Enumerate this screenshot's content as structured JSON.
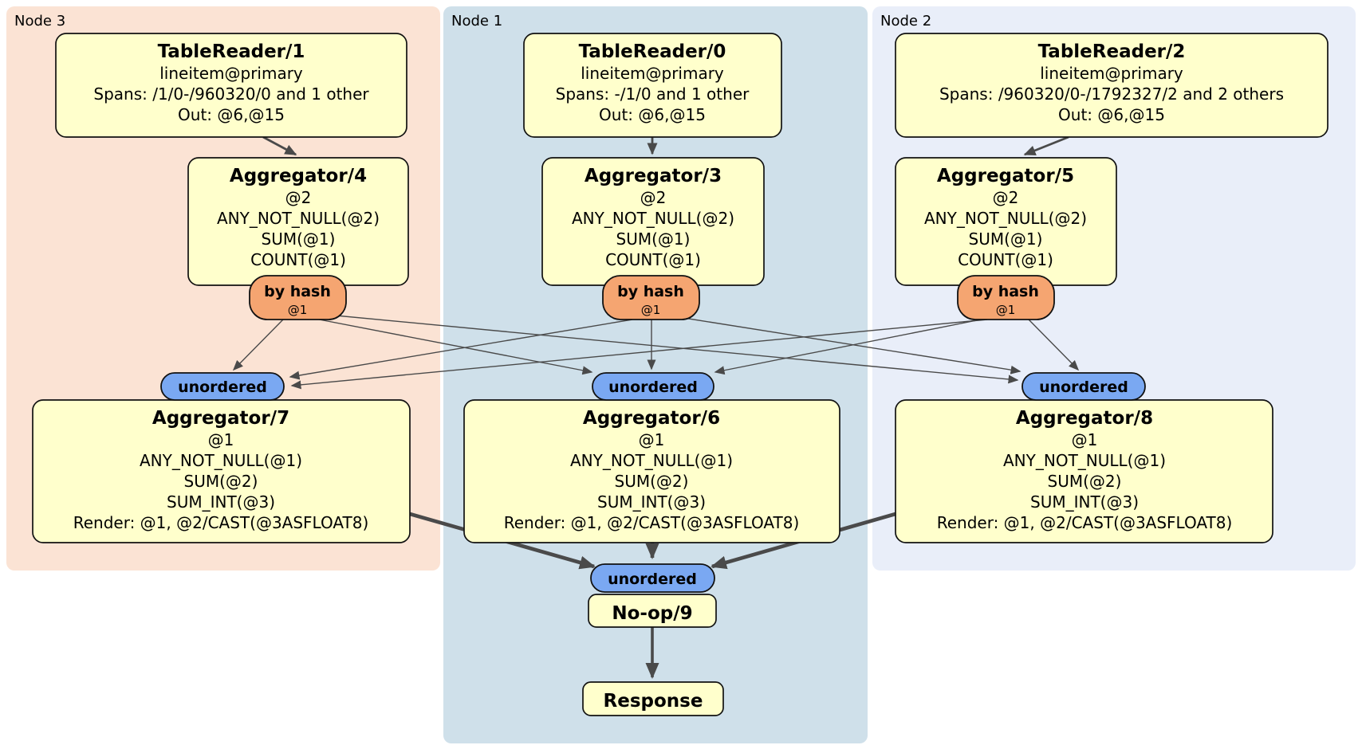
{
  "regions": {
    "node3": {
      "label": "Node 3"
    },
    "node1": {
      "label": "Node 1"
    },
    "node2": {
      "label": "Node 2"
    }
  },
  "router_labels": {
    "by_hash": "by hash",
    "by_hash_key": "@1",
    "unordered": "unordered"
  },
  "processors": {
    "tablereader1": {
      "title": "TableReader/1",
      "lines": [
        "lineitem@primary",
        "Spans: /1/0-/960320/0 and 1 other",
        "Out: @6,@15"
      ]
    },
    "aggregator4": {
      "title": "Aggregator/4",
      "lines": [
        "@2",
        "ANY_NOT_NULL(@2)",
        "SUM(@1)",
        "COUNT(@1)"
      ]
    },
    "aggregator7": {
      "title": "Aggregator/7",
      "lines": [
        "@1",
        "ANY_NOT_NULL(@1)",
        "SUM(@2)",
        "SUM_INT(@3)",
        "Render: @1, @2/CAST(@3ASFLOAT8)"
      ]
    },
    "tablereader0": {
      "title": "TableReader/0",
      "lines": [
        "lineitem@primary",
        "Spans: -/1/0 and 1 other",
        "Out: @6,@15"
      ]
    },
    "aggregator3": {
      "title": "Aggregator/3",
      "lines": [
        "@2",
        "ANY_NOT_NULL(@2)",
        "SUM(@1)",
        "COUNT(@1)"
      ]
    },
    "aggregator6": {
      "title": "Aggregator/6",
      "lines": [
        "@1",
        "ANY_NOT_NULL(@1)",
        "SUM(@2)",
        "SUM_INT(@3)",
        "Render: @1, @2/CAST(@3ASFLOAT8)"
      ]
    },
    "tablereader2": {
      "title": "TableReader/2",
      "lines": [
        "lineitem@primary",
        "Spans: /960320/0-/1792327/2 and 2 others",
        "Out: @6,@15"
      ]
    },
    "aggregator5": {
      "title": "Aggregator/5",
      "lines": [
        "@2",
        "ANY_NOT_NULL(@2)",
        "SUM(@1)",
        "COUNT(@1)"
      ]
    },
    "aggregator8": {
      "title": "Aggregator/8",
      "lines": [
        "@1",
        "ANY_NOT_NULL(@1)",
        "SUM(@2)",
        "SUM_INT(@3)",
        "Render: @1, @2/CAST(@3ASFLOAT8)"
      ]
    },
    "noop9": {
      "title": "No-op/9"
    },
    "response": {
      "title": "Response"
    }
  },
  "colors": {
    "node3_bg": "#fbe3d4",
    "node1_bg": "#cfe0ea",
    "node2_bg": "#e9eef9",
    "processor_bg": "#ffffcc",
    "hash_router_bg": "#f5a571",
    "unordered_router_bg": "#7aa8f2",
    "edge": "#4a4a4a"
  }
}
